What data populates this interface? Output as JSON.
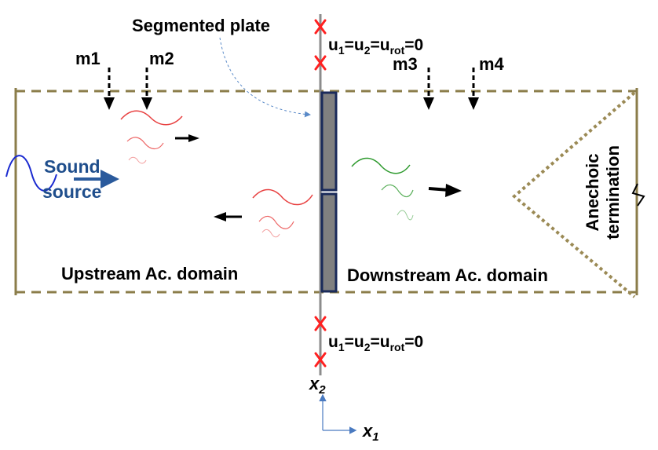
{
  "labels": {
    "segmented_plate": "Segmented plate",
    "m1": "m1",
    "m2": "m2",
    "m3": "m3",
    "m4": "m4",
    "sound": "Sound",
    "source": "source",
    "upstream": "Upstream Ac. domain",
    "downstream": "Downstream Ac. domain",
    "anechoic": "Anechoic",
    "termination": "termination"
  },
  "bc_top": {
    "u": "u",
    "s1": "1",
    "eq1": "=u",
    "s2": "2",
    "eq2": "=u",
    "s3": "rot",
    "eq3": "=0"
  },
  "bc_bottom": {
    "u": "u",
    "s1": "1",
    "eq1": "=u",
    "s2": "2",
    "eq2": "=u",
    "s3": "rot",
    "eq3": "=0"
  },
  "axes": {
    "x1": "x",
    "x1_sub": "1",
    "x2": "x",
    "x2_sub": "2"
  },
  "colors": {
    "duct": "#8b7d4a",
    "plate_fill": "#808080",
    "plate_border": "#1a2a5a",
    "red_wave": "#e84040",
    "green_wave": "#2e9a2e",
    "sound_wave": "#1a2ad0",
    "arrow_blue": "#2a5a9c",
    "axis_blue": "#4a7ac0",
    "cross": "#ff2020",
    "anechoic": "#9b8a55"
  }
}
